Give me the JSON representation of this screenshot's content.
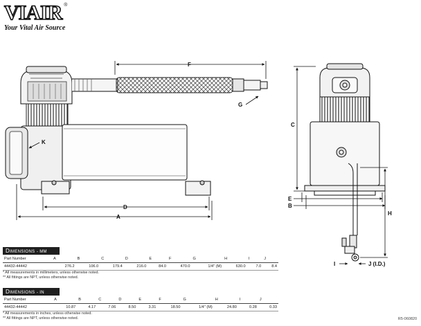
{
  "brand": {
    "name": "VIAIR",
    "registered": "®",
    "tagline": "Your Vital Air Source"
  },
  "labels": {
    "A": "A",
    "B": "B",
    "C": "C",
    "D": "D",
    "E": "E",
    "F": "F",
    "G": "G",
    "H": "H",
    "I": "I",
    "J": "J (I.D.)",
    "K": "K"
  },
  "mm_table": {
    "title_big": "D",
    "title_rest": "IMENSIONS",
    "title_unit": "- MM",
    "headers": [
      "Part Number",
      "A",
      "B",
      "C",
      "D",
      "E",
      "F",
      "G",
      "H",
      "I",
      "J"
    ],
    "row": [
      "44432-44442",
      "276.2",
      "106.0",
      "179.4",
      "216.0",
      "84.0",
      "470.0",
      "1/4\" (M)",
      "630.0",
      "7.0",
      "8.4"
    ],
    "notes": [
      "* All measurements in millimeters, unless otherwise noted.",
      "** All fittings are NPT, unless otherwise noted."
    ]
  },
  "in_table": {
    "title_big": "D",
    "title_rest": "IMENSIONS",
    "title_unit": "- IN",
    "headers": [
      "Part Number",
      "A",
      "B",
      "C",
      "D",
      "E",
      "F",
      "G",
      "H",
      "I",
      "J"
    ],
    "row": [
      "44432-44442",
      "10.87",
      "4.17",
      "7.06",
      "8.50",
      "3.31",
      "18.50",
      "1/4\" (M)",
      "24.80",
      "0.28",
      "0.33"
    ],
    "notes": [
      "* All measurements in inches, unless otherwise noted.",
      "** All fittings are NPT, unless otherwise noted."
    ]
  },
  "doc_number": "R5-060820"
}
